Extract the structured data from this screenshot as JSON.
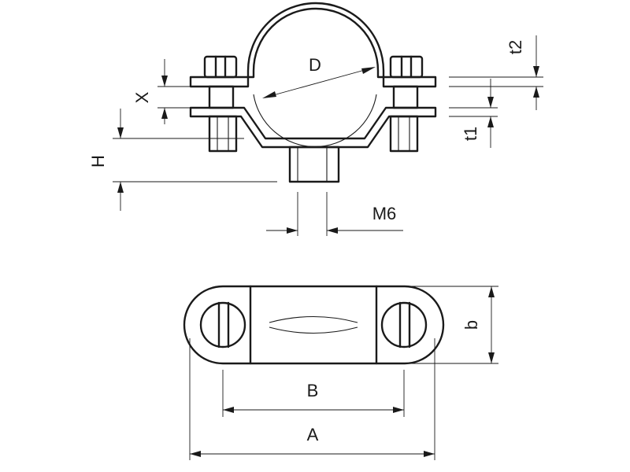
{
  "labels": {
    "D": "D",
    "X": "X",
    "H": "H",
    "M6": "M6",
    "t1": "t1",
    "t2": "t2",
    "A": "A",
    "B": "B",
    "b": "b"
  }
}
